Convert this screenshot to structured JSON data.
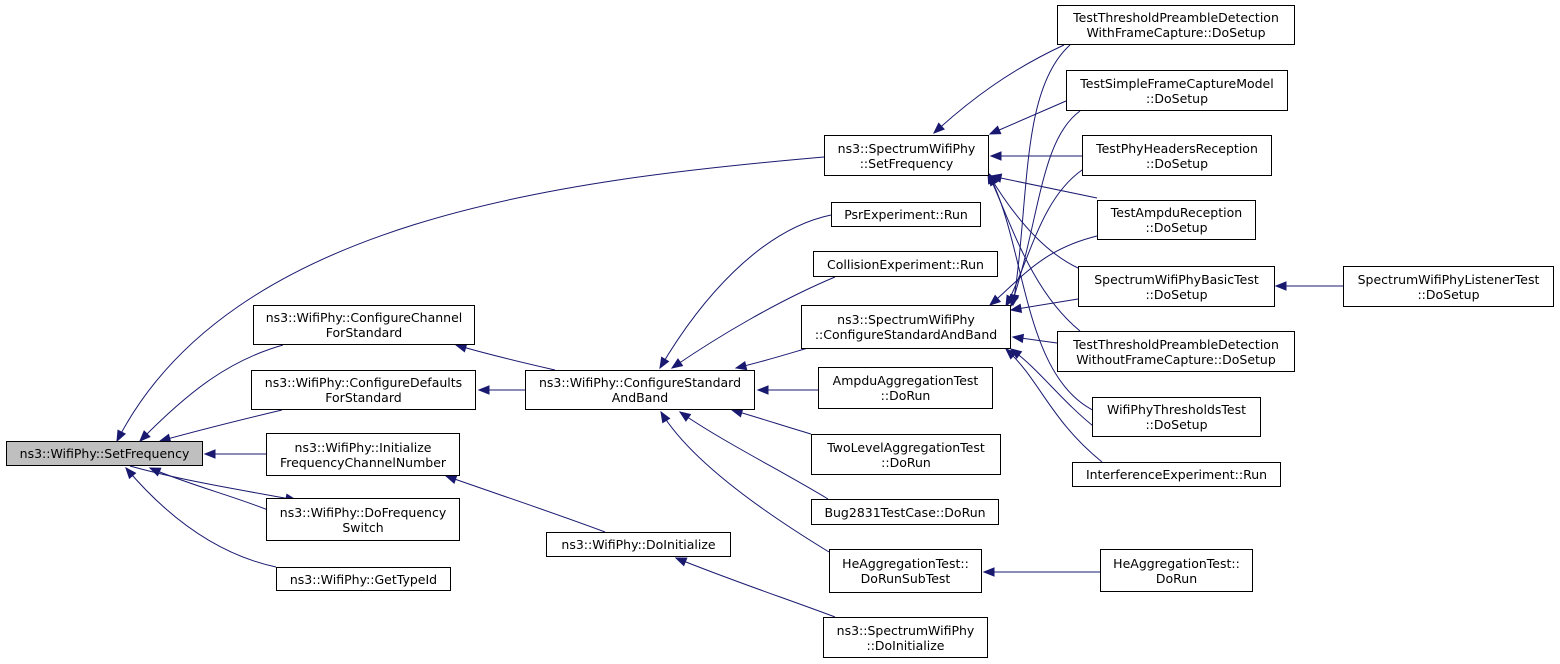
{
  "graph": {
    "edge_color": "#191970",
    "root_fill": "#bfbfbf",
    "nodes": [
      {
        "id": "set_freq",
        "label": "ns3::WifiPhy::SetFrequency",
        "root": true
      },
      {
        "id": "cfg_chan",
        "label": "ns3::WifiPhy::ConfigureChannel\nForStandard"
      },
      {
        "id": "cfg_def",
        "label": "ns3::WifiPhy::ConfigureDefaults\nForStandard"
      },
      {
        "id": "init_freq",
        "label": "ns3::WifiPhy::Initialize\nFrequencyChannelNumber"
      },
      {
        "id": "do_freq_switch",
        "label": "ns3::WifiPhy::DoFrequency\nSwitch"
      },
      {
        "id": "get_type_id",
        "label": "ns3::WifiPhy::GetTypeId"
      },
      {
        "id": "cfg_std_band",
        "label": "ns3::WifiPhy::ConfigureStandard\nAndBand"
      },
      {
        "id": "do_init",
        "label": "ns3::WifiPhy::DoInitialize"
      },
      {
        "id": "spec_set_freq",
        "label": "ns3::SpectrumWifiPhy\n::SetFrequency"
      },
      {
        "id": "psr_run",
        "label": "PsrExperiment::Run"
      },
      {
        "id": "coll_run",
        "label": "CollisionExperiment::Run"
      },
      {
        "id": "spec_cfg_std",
        "label": "ns3::SpectrumWifiPhy\n::ConfigureStandardAndBand"
      },
      {
        "id": "ampdu_agg",
        "label": "AmpduAggregationTest\n::DoRun"
      },
      {
        "id": "two_level",
        "label": "TwoLevelAggregationTest\n::DoRun"
      },
      {
        "id": "bug2831",
        "label": "Bug2831TestCase::DoRun"
      },
      {
        "id": "he_sub",
        "label": "HeAggregationTest::\nDoRunSubTest"
      },
      {
        "id": "spec_do_init",
        "label": "ns3::SpectrumWifiPhy\n::DoInitialize"
      },
      {
        "id": "tt_with",
        "label": "TestThresholdPreambleDetection\nWithFrameCapture::DoSetup"
      },
      {
        "id": "simple_fc",
        "label": "TestSimpleFrameCaptureModel\n::DoSetup"
      },
      {
        "id": "phy_hdr",
        "label": "TestPhyHeadersReception\n::DoSetup"
      },
      {
        "id": "ampdu_rx",
        "label": "TestAmpduReception\n::DoSetup"
      },
      {
        "id": "basic_test",
        "label": "SpectrumWifiPhyBasicTest\n::DoSetup"
      },
      {
        "id": "tt_without",
        "label": "TestThresholdPreambleDetection\nWithoutFrameCapture::DoSetup"
      },
      {
        "id": "thresholds",
        "label": "WifiPhyThresholdsTest\n::DoSetup"
      },
      {
        "id": "interf_run",
        "label": "InterferenceExperiment::Run"
      },
      {
        "id": "listener",
        "label": "SpectrumWifiPhyListenerTest\n::DoSetup"
      },
      {
        "id": "he_run",
        "label": "HeAggregationTest::\nDoRun"
      }
    ],
    "edges": [
      {
        "from": "cfg_chan",
        "to": "set_freq"
      },
      {
        "from": "cfg_def",
        "to": "set_freq"
      },
      {
        "from": "init_freq",
        "to": "set_freq"
      },
      {
        "from": "do_freq_switch",
        "to": "set_freq"
      },
      {
        "from": "set_freq",
        "to": "do_freq_switch"
      },
      {
        "from": "get_type_id",
        "to": "set_freq"
      },
      {
        "from": "spec_set_freq",
        "to": "set_freq"
      },
      {
        "from": "cfg_std_band",
        "to": "cfg_chan"
      },
      {
        "from": "cfg_std_band",
        "to": "cfg_def"
      },
      {
        "from": "do_init",
        "to": "init_freq"
      },
      {
        "from": "psr_run",
        "to": "cfg_std_band"
      },
      {
        "from": "coll_run",
        "to": "cfg_std_band"
      },
      {
        "from": "spec_cfg_std",
        "to": "cfg_std_band"
      },
      {
        "from": "ampdu_agg",
        "to": "cfg_std_band"
      },
      {
        "from": "two_level",
        "to": "cfg_std_band"
      },
      {
        "from": "bug2831",
        "to": "cfg_std_band"
      },
      {
        "from": "he_sub",
        "to": "cfg_std_band"
      },
      {
        "from": "spec_do_init",
        "to": "do_init"
      },
      {
        "from": "tt_with",
        "to": "spec_set_freq"
      },
      {
        "from": "simple_fc",
        "to": "spec_set_freq"
      },
      {
        "from": "phy_hdr",
        "to": "spec_set_freq"
      },
      {
        "from": "ampdu_rx",
        "to": "spec_set_freq"
      },
      {
        "from": "basic_test",
        "to": "spec_set_freq"
      },
      {
        "from": "tt_without",
        "to": "spec_set_freq"
      },
      {
        "from": "thresholds",
        "to": "spec_set_freq"
      },
      {
        "from": "tt_with",
        "to": "spec_cfg_std"
      },
      {
        "from": "simple_fc",
        "to": "spec_cfg_std"
      },
      {
        "from": "phy_hdr",
        "to": "spec_cfg_std"
      },
      {
        "from": "ampdu_rx",
        "to": "spec_cfg_std"
      },
      {
        "from": "basic_test",
        "to": "spec_cfg_std"
      },
      {
        "from": "tt_without",
        "to": "spec_cfg_std"
      },
      {
        "from": "thresholds",
        "to": "spec_cfg_std"
      },
      {
        "from": "interf_run",
        "to": "spec_cfg_std"
      },
      {
        "from": "listener",
        "to": "basic_test"
      },
      {
        "from": "he_run",
        "to": "he_sub"
      }
    ]
  }
}
